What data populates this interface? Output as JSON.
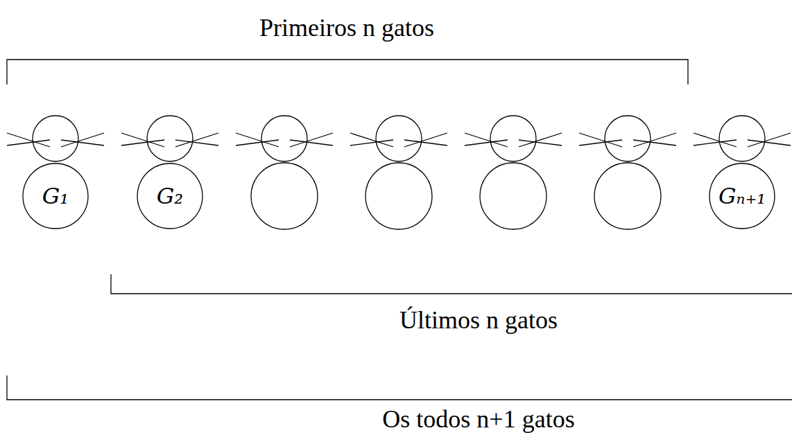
{
  "diagram": {
    "nodes": [
      {
        "text": [
          "G₁"
        ]
      },
      {
        "text": [
          "G₂"
        ]
      },
      {
        "text": [
          "Gₙ₊₁"
        ]
      }
    ],
    "labels": [
      "Primeiros n gatos",
      "Últimos n gatos",
      "Os todos n+1 gatos"
    ]
  }
}
